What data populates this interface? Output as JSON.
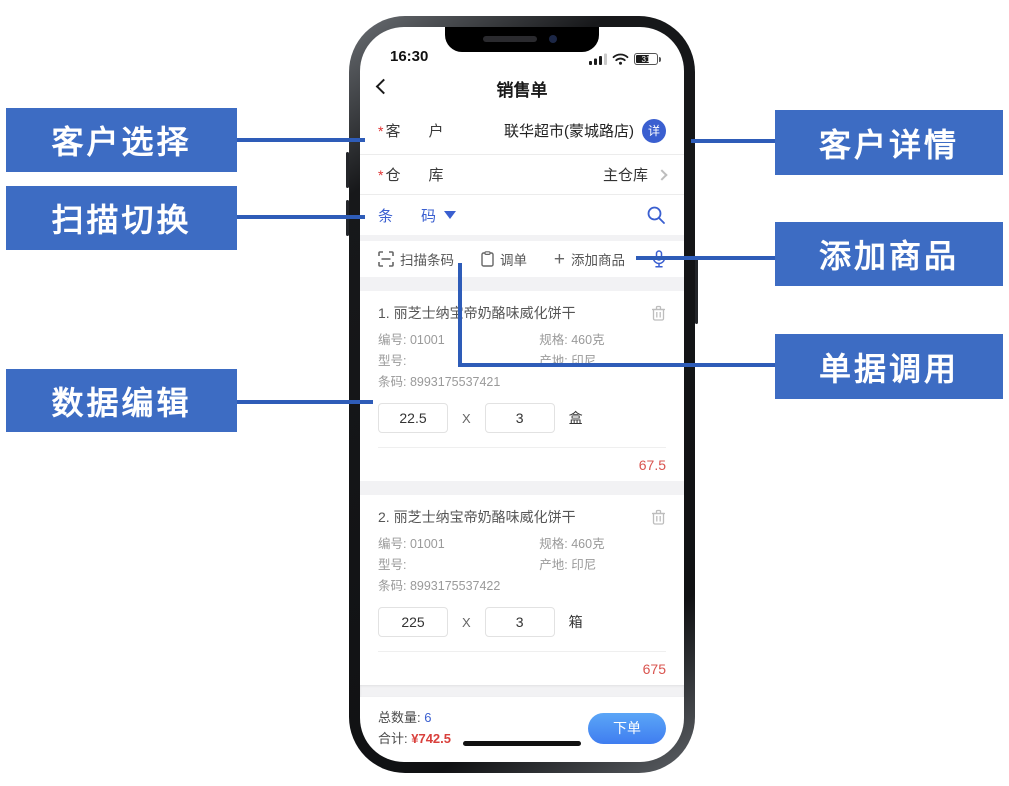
{
  "colors": {
    "annotation_blue": "#3D6CC3",
    "callout_line_blue": "#2E5CB8",
    "app_accent_blue": "#3A5FD0",
    "price_red": "#D9534E",
    "submit_button_blue": "#4A8DF2"
  },
  "annotations": {
    "left": [
      {
        "label": "客户选择"
      },
      {
        "label": "扫描切换"
      },
      {
        "label": "数据编辑"
      }
    ],
    "right": [
      {
        "label": "客户详情"
      },
      {
        "label": "添加商品"
      },
      {
        "label": "单据调用"
      }
    ]
  },
  "phone": {
    "status_bar": {
      "time": "16:30",
      "battery_level": "31"
    },
    "nav": {
      "title": "销售单"
    },
    "form": {
      "customer": {
        "required": "*",
        "label_a": "客",
        "label_b": "户",
        "value": "联华超市(蒙城路店)",
        "detail_badge": "详"
      },
      "warehouse": {
        "required": "*",
        "label_a": "仓",
        "label_b": "库",
        "value": "主仓库"
      },
      "barcode_mode": {
        "label_a": "条",
        "label_b": "码"
      }
    },
    "toolbar": {
      "scan_label": "扫描条码",
      "recall_label": "调单",
      "plus": "+",
      "add_label": "添加商品"
    },
    "items": [
      {
        "title": "1. 丽芝士纳宝帝奶酪味威化饼干",
        "code_label": "编号: ",
        "code": "01001",
        "spec_label": "规格: ",
        "spec": "460克",
        "model_label": "型号:",
        "model": "",
        "origin_label": "产地: ",
        "origin": "印尼",
        "barcode_label": "条码: ",
        "barcode": "8993175537421",
        "price": "22.5",
        "multiply": "X",
        "qty": "3",
        "unit": "盒",
        "amount": "67.5"
      },
      {
        "title": "2. 丽芝士纳宝帝奶酪味威化饼干",
        "code_label": "编号: ",
        "code": "01001",
        "spec_label": "规格: ",
        "spec": "460克",
        "model_label": "型号:",
        "model": "",
        "origin_label": "产地: ",
        "origin": "印尼",
        "barcode_label": "条码: ",
        "barcode": "8993175537422",
        "price": "225",
        "multiply": "X",
        "qty": "3",
        "unit": "箱",
        "amount": "675"
      }
    ],
    "summary": {
      "qty_label": "总数量: ",
      "qty_value": "6",
      "total_label": "合计: ",
      "total_value": "¥742.5",
      "submit_label": "下单"
    }
  }
}
